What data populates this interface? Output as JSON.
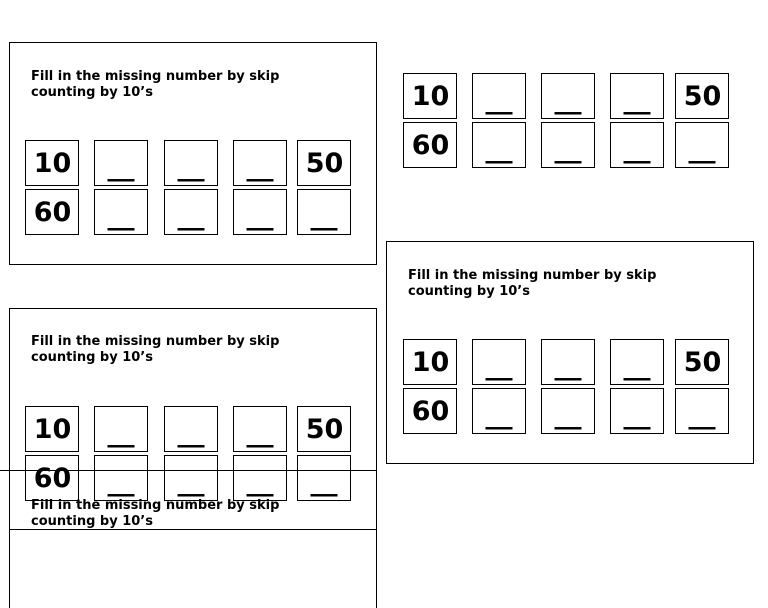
{
  "instruction": "Fill in the missing number by skip\ncounting by 10’s",
  "rows": {
    "top": [
      "10",
      "__",
      "__",
      "__",
      "50"
    ],
    "bottom": [
      "60",
      "__",
      "__",
      "__",
      "__"
    ]
  }
}
